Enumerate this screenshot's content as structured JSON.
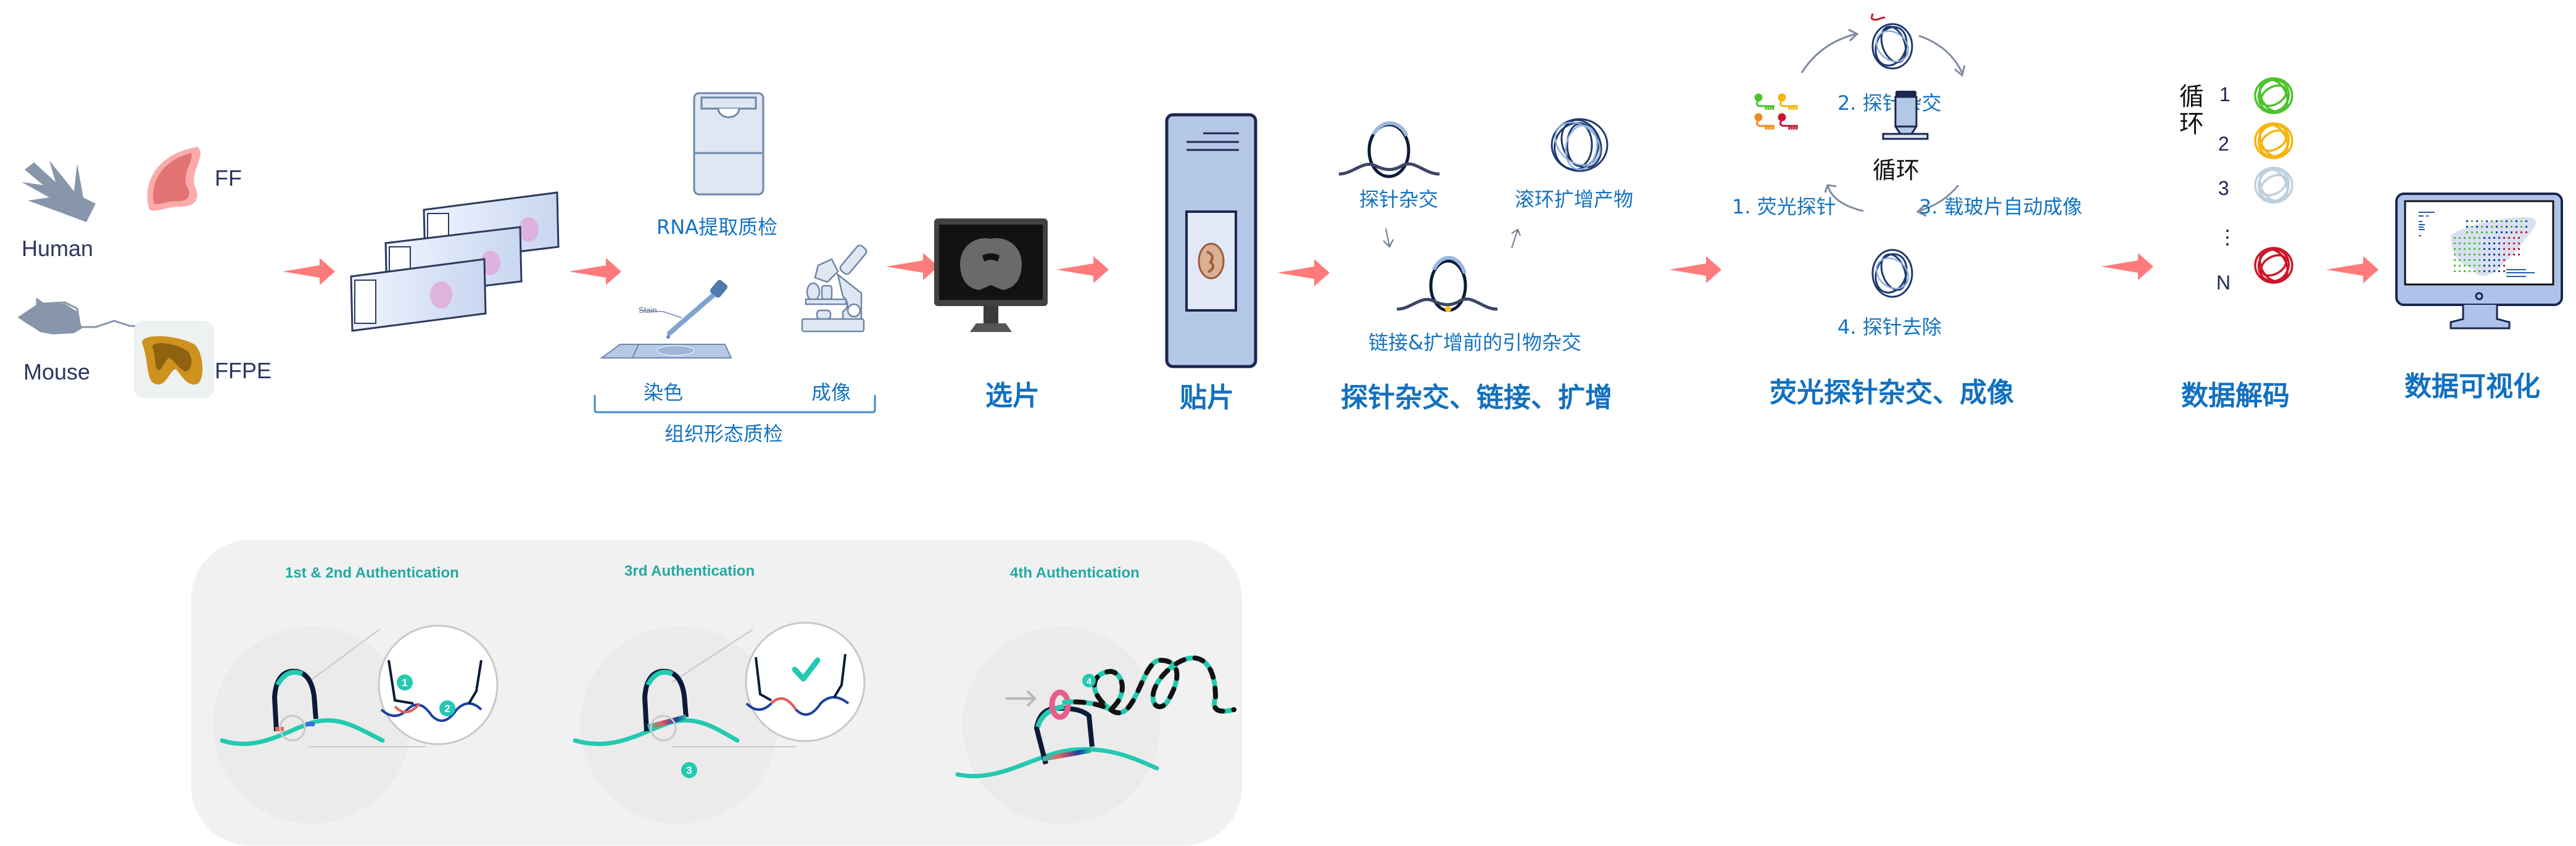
{
  "colors": {
    "accent_blue": "#1170c0",
    "arrow_red": "#ff7b7b",
    "teal": "#23c9b0",
    "dark_navy": "#1c2750",
    "panel_bg": "#f1f1f1"
  },
  "samples": {
    "human_label": "Human",
    "mouse_label": "Mouse",
    "ff_label": "FF",
    "ffpe_label": "FFPE"
  },
  "qc": {
    "rna_label": "RNA提取质检",
    "stain_tag": "Stain",
    "staining_label": "染色",
    "imaging_label": "成像",
    "morphology_label": "组织形态质检"
  },
  "steps": {
    "select": "选片",
    "mount": "贴片",
    "hybridize_title": "探针杂交、链接、扩增",
    "probe_hyb": "探针杂交",
    "rca_product": "滚环扩增产物",
    "ligation": "链接&扩增前的引物杂交",
    "fluor_title": "荧光探针杂交、成像",
    "cycle_center": "循环",
    "cycle_steps": [
      "1. 荧光探针",
      "2. 探针杂交",
      "3. 载玻片自动成像",
      "4. 探针去除"
    ],
    "decode_title": "数据解码",
    "decode_cycle_label": "循环",
    "decode_rounds": [
      "1",
      "2",
      "3",
      "⋮",
      "N"
    ],
    "decode_colors": [
      "#4cc22c",
      "#f5b50e",
      "#bfd0dd",
      "#cc1628"
    ],
    "viz_title": "数据可视化"
  },
  "authentication": {
    "panels": [
      {
        "title": "1st & 2nd Authentication",
        "markers": [
          "1",
          "2"
        ]
      },
      {
        "title": "3rd Authentication",
        "markers": [
          "3"
        ]
      },
      {
        "title": "4th Authentication",
        "markers": [
          "4"
        ]
      }
    ]
  }
}
